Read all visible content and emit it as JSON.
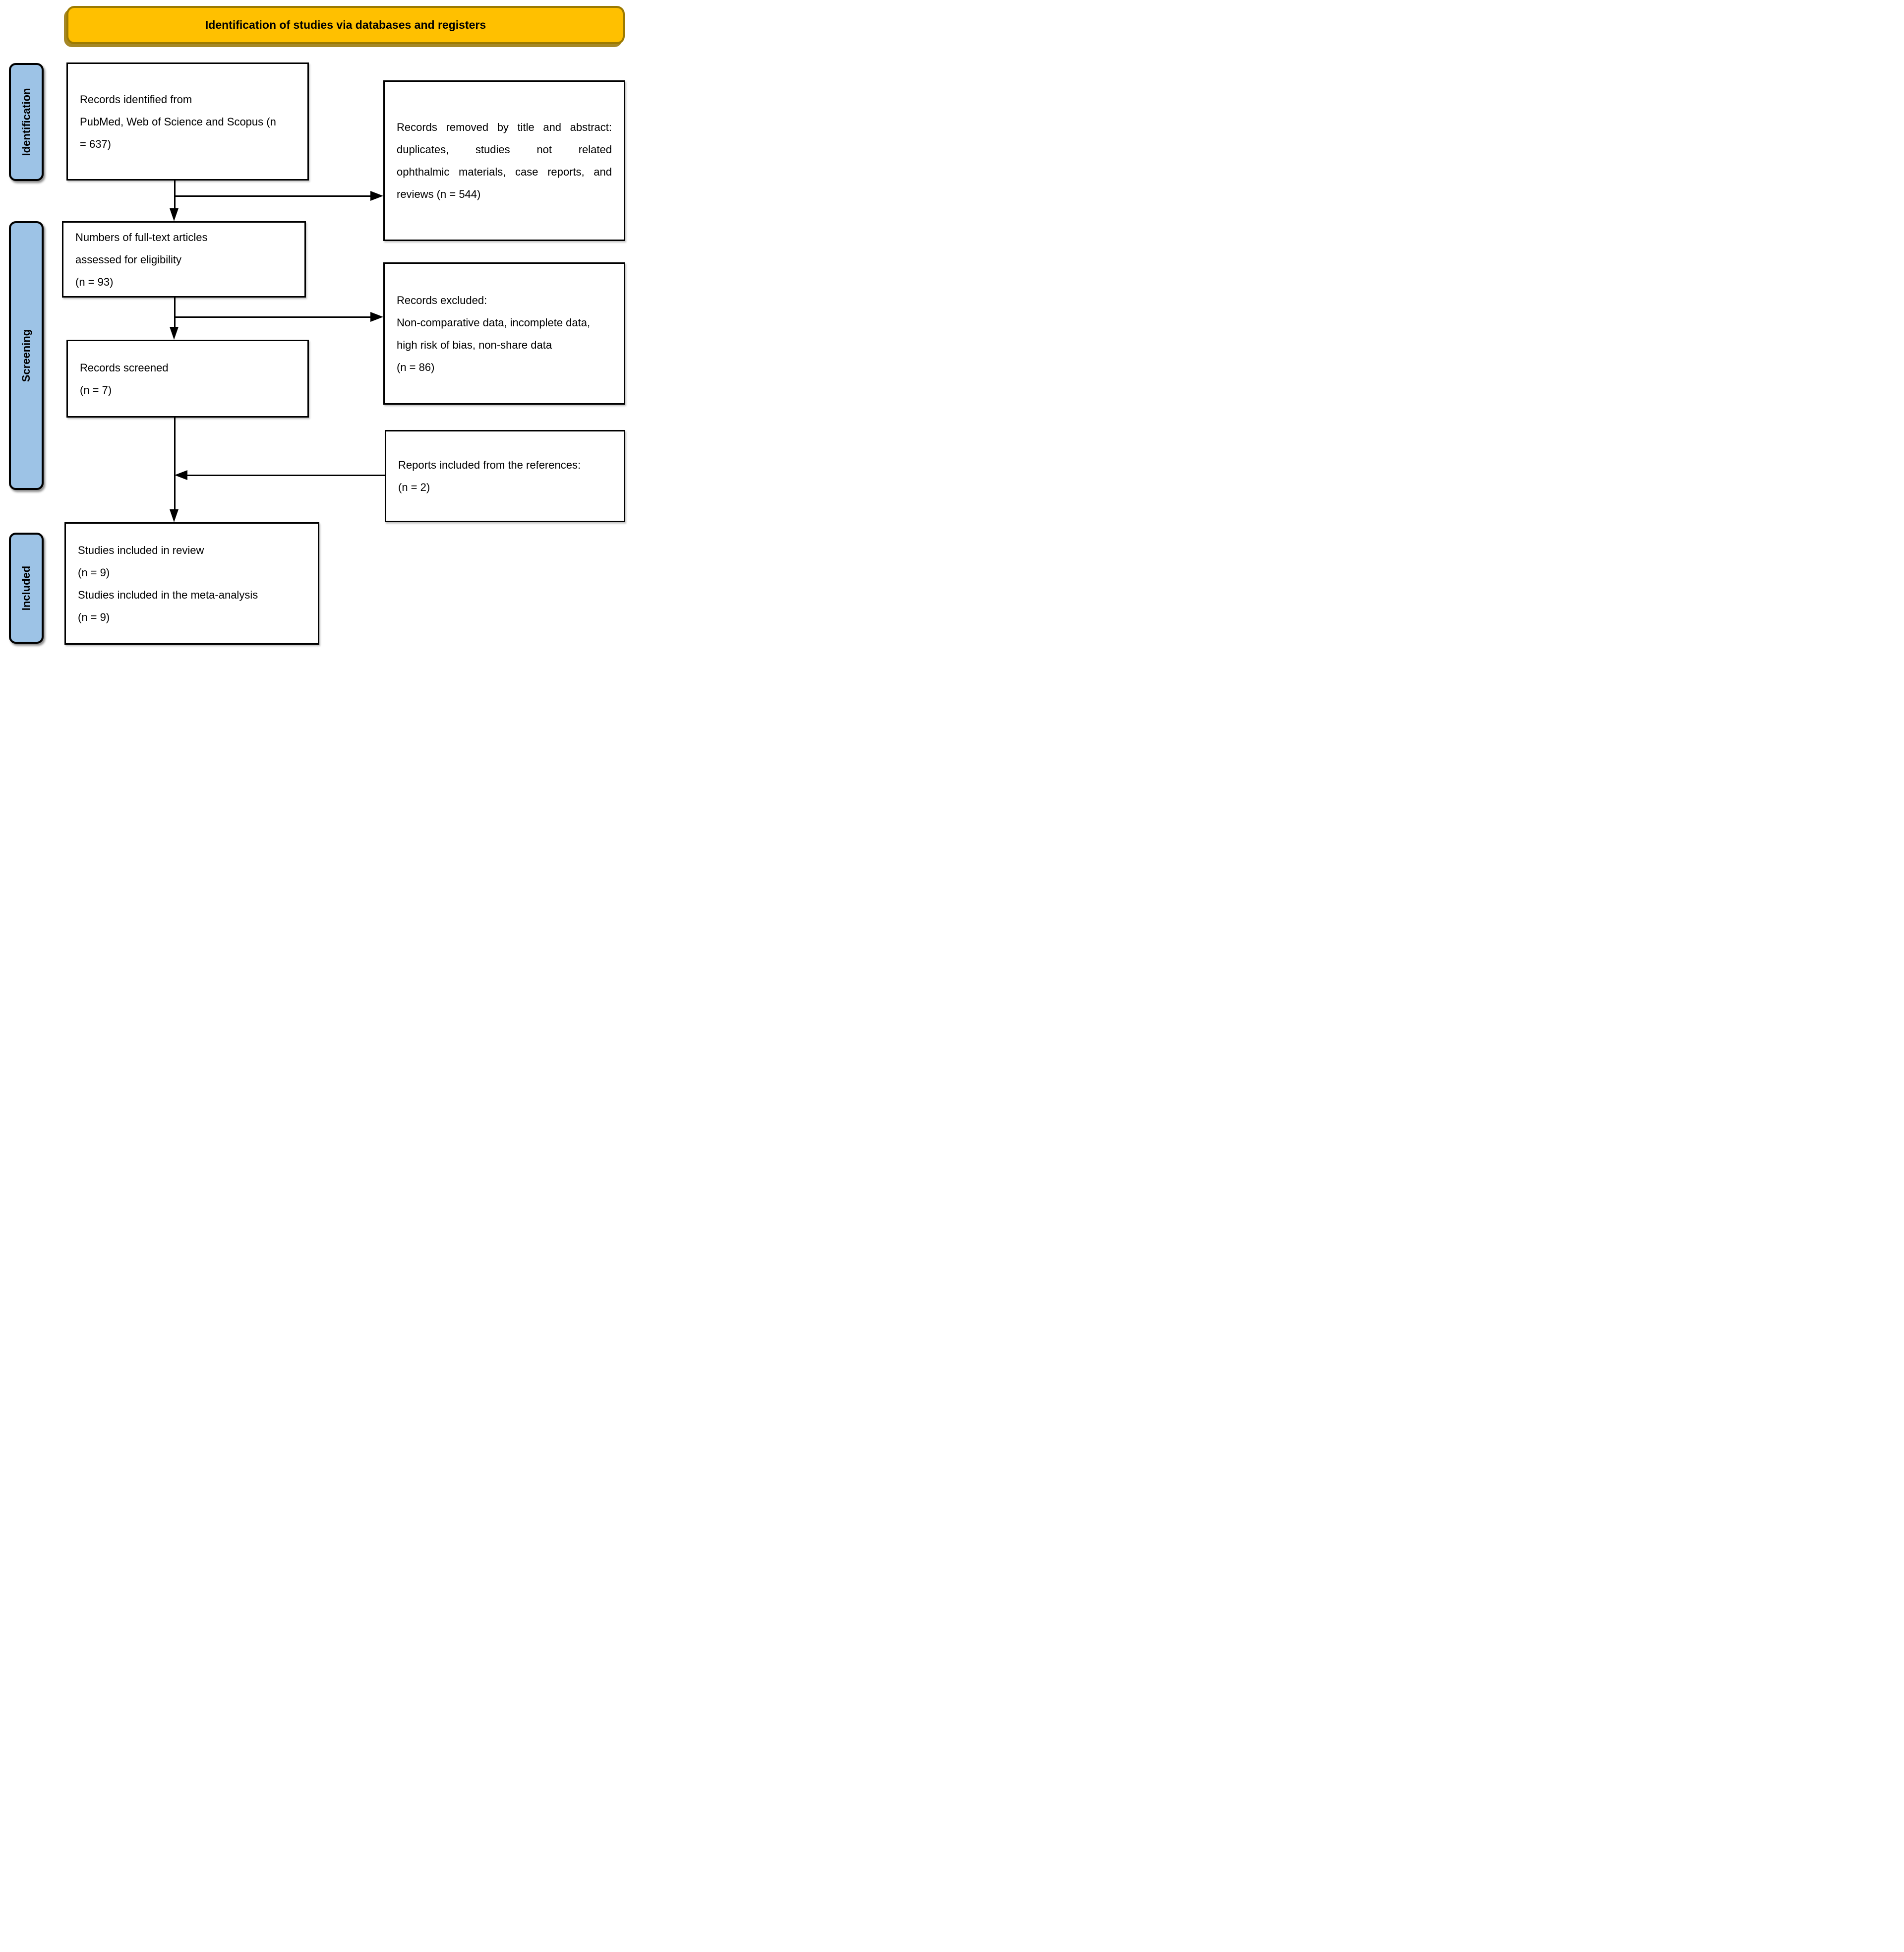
{
  "title_banner": {
    "text": "Identification of studies via databases and registers",
    "bg_color": "#FFC000",
    "border_color": "#9C7A00"
  },
  "stage_labels": {
    "bg_color": "#9DC3E6",
    "identification": "Identification",
    "screening": "Screening",
    "included": "Included"
  },
  "boxes": {
    "records_identified": {
      "lines": [
        "Records identified from",
        "PubMed, Web of Science and Scopus (n",
        "= 637)"
      ]
    },
    "records_removed": {
      "lines": [
        "Records removed by title and abstract:",
        "duplicates, studies not related",
        "ophthalmic materials, case reports, and",
        "reviews (n = 544)"
      ]
    },
    "fulltext_assessed": {
      "lines": [
        "Numbers of full-text articles",
        "assessed for eligibility",
        "(n = 93)"
      ]
    },
    "records_excluded": {
      "lines": [
        "Records excluded:",
        "Non-comparative data, incomplete data,",
        "high risk of bias, non-share data",
        "(n = 86)"
      ]
    },
    "records_screened": {
      "lines": [
        "Records screened",
        "(n = 7)"
      ]
    },
    "reports_from_references": {
      "lines": [
        "Reports included from the references:",
        "(n = 2)"
      ]
    },
    "studies_included": {
      "lines": [
        "Studies included in review",
        "(n = 9)",
        "Studies included in the meta-analysis",
        "(n = 9)"
      ]
    }
  }
}
